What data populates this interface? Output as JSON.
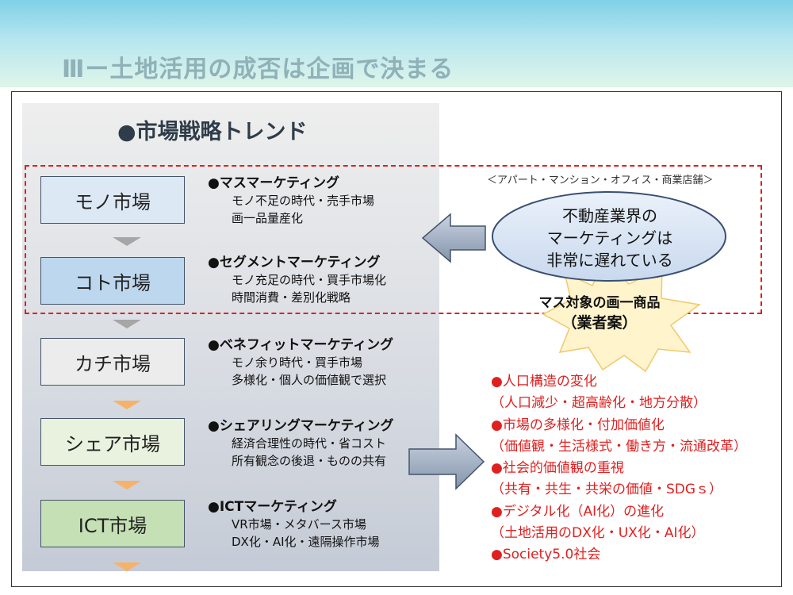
{
  "header": {
    "title": "Ⅲー土地活用の成否は企画で決まる"
  },
  "panel": {
    "title": "●市場戦略トレンド"
  },
  "markets": [
    {
      "name": "モノ市場",
      "fill": "#dde8f5"
    },
    {
      "name": "コト市場",
      "fill": "#bdd7ee"
    },
    {
      "name": "カチ市場",
      "fill": "#ececec"
    },
    {
      "name": "シェア市場",
      "fill": "#e9f2df"
    },
    {
      "name": "ICT市場",
      "fill": "#c5e0b4"
    }
  ],
  "strategies": [
    {
      "heading": "●マスマーケティング",
      "lines": [
        "モノ不足の時代・売手市場",
        "画一品量産化"
      ]
    },
    {
      "heading": "●セグメントマーケティング",
      "lines": [
        "モノ充足の時代・買手市場化",
        "時間消費・差別化戦略"
      ]
    },
    {
      "heading": "●ベネフィットマーケティング",
      "lines": [
        "モノ余り時代・買手市場",
        "多様化・個人の価値観で選択"
      ]
    },
    {
      "heading": "●シェアリングマーケティング",
      "lines": [
        "経済合理性の時代・省コスト",
        "所有観念の後退・ものの共有"
      ]
    },
    {
      "heading": "●ICTマーケティング",
      "lines": [
        "VR市場・メタバース市場",
        "DX化・AI化・遠隔操作市場"
      ]
    }
  ],
  "callout": {
    "note": "＜アパート・マンション・オフィス・商業店舗＞",
    "bubble_lines": [
      "不動産業界の",
      "マーケティングは",
      "非常に遅れている"
    ],
    "burst_line1": "マス対象の画一商品",
    "burst_line2": "（業者案）"
  },
  "trends": [
    "●人口構造の変化",
    "（人口減少・超高齢化・地方分散）",
    "●市場の多様化・付加価値化",
    "（価値観・生活様式・働き方・流通改革）",
    "●社会的価値観の重視",
    "（共有・共生・共栄の価値・SDGｓ）",
    "●デジタル化（AI化）の進化",
    "（土地活用のDX化・UX化・AI化）",
    "●Society5.0社会"
  ]
}
